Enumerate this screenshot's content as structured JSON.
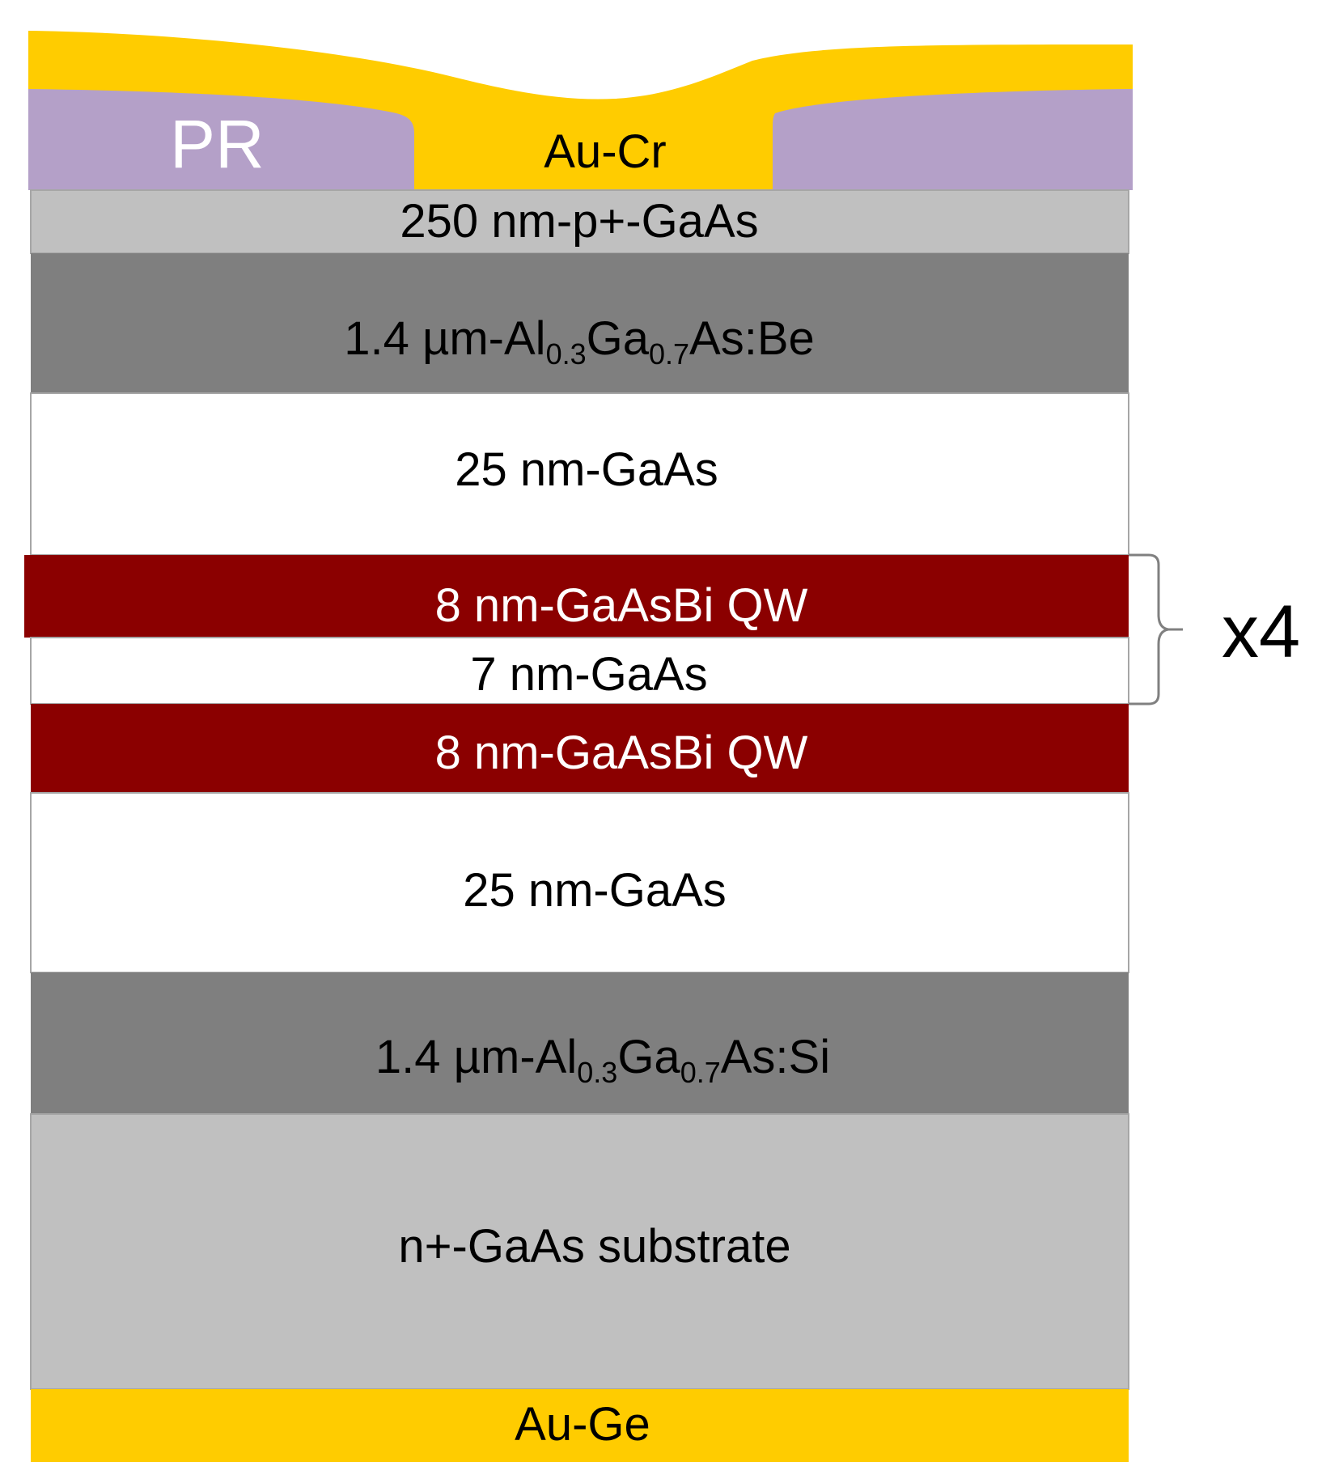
{
  "colors": {
    "gold": "#FFCC00",
    "photoresist": "#B4A0C8",
    "light_gray": "#C0C0C0",
    "dark_gray": "#7F7F7F",
    "white": "#FFFFFF",
    "dark_red": "#8B0000",
    "border": "#A6A6A6"
  },
  "labels": {
    "pr": "PR",
    "au_cr": "Au-Cr",
    "cap": "250 nm-p+-GaAs",
    "cladding_top": {
      "prefix": "1.4 µm-Al",
      "sub1": "0.3",
      "mid": "Ga",
      "sub2": "0.7",
      "suffix": "As:Be"
    },
    "spacer_top": "25 nm-GaAs",
    "qw_repeat": "8 nm-GaAsBi QW",
    "barrier": "7 nm-GaAs",
    "qw_last": "8 nm-GaAsBi QW",
    "spacer_bottom": "25 nm-GaAs",
    "cladding_bottom": {
      "prefix": "1.4 µm-Al",
      "sub1": "0.3",
      "mid": "Ga",
      "sub2": "0.7",
      "suffix": "As:Si"
    },
    "substrate": "n+-GaAs substrate",
    "au_ge": "Au-Ge",
    "repeat": "x4"
  }
}
